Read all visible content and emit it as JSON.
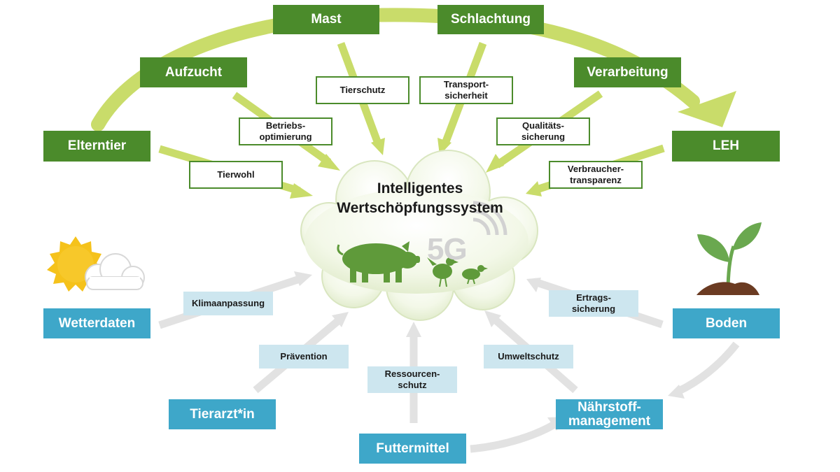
{
  "center": {
    "title": "Intelligentes\nWertschöpfungssystem",
    "network_badge": "5G"
  },
  "chain_nodes": {
    "elterntier": "Elterntier",
    "aufzucht": "Aufzucht",
    "mast": "Mast",
    "schlachtung": "Schlachtung",
    "verarbeitung": "Verarbeitung",
    "leh": "LEH"
  },
  "chain_labels": {
    "tierwohl": "Tierwohl",
    "betriebsoptimierung": "Betriebs-\noptimierung",
    "tierschutz": "Tierschutz",
    "transportsicherheit": "Transport-\nsicherheit",
    "qualitaetssicherung": "Qualitäts-\nsicherung",
    "verbrauchertransparenz": "Verbraucher-\ntransparenz"
  },
  "input_nodes": {
    "wetterdaten": "Wetterdaten",
    "tierarzt": "Tierarzt*in",
    "futtermittel": "Futtermittel",
    "naehrstoffmanagement": "Nährstoff-\nmanagement",
    "boden": "Boden"
  },
  "input_labels": {
    "klimaanpassung": "Klimaanpassung",
    "praevention": "Prävention",
    "ressourcenschutz": "Ressourcen-\nschutz",
    "umweltschutz": "Umweltschutz",
    "ertragssicherung": "Ertrags-\nsicherung"
  },
  "icons": [
    "sun-cloud-icon",
    "seedling-icon",
    "pig-icon",
    "hen-icon",
    "chick-icon",
    "signal-icon"
  ],
  "colors": {
    "green": "#4b8b2b",
    "arrow_green": "#c9dc6a",
    "blue": "#3ea7c9",
    "blue_light": "#cde6ef",
    "arrow_grey": "#e2e2e2"
  }
}
